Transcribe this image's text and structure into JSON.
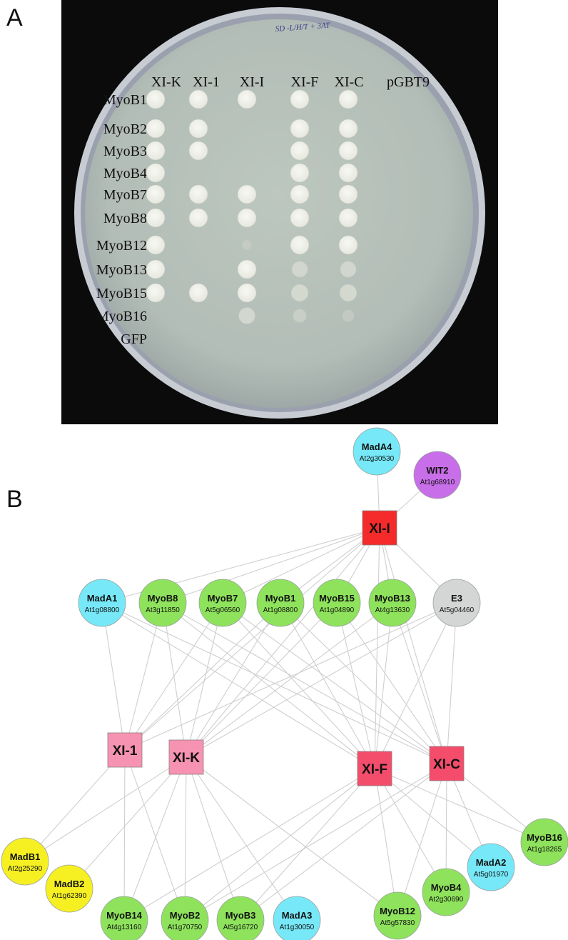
{
  "panel_a": {
    "label": "A",
    "plate_note": "SD -L/H/T + 3AT",
    "columns": [
      "XI-K",
      "XI-1",
      "XI-I",
      "XI-F",
      "XI-C",
      "pGBT9"
    ],
    "rows": [
      "MyoB1",
      "MyoB2",
      "MyoB3",
      "MyoB4",
      "MyoB7",
      "MyoB8",
      "MyoB12",
      "MyoB13",
      "MyoB15",
      "MyoB16",
      "GFP"
    ],
    "growth": [
      [
        1,
        1,
        1,
        1,
        1,
        0
      ],
      [
        1,
        1,
        0,
        1,
        1,
        0
      ],
      [
        1,
        1,
        0,
        1,
        1,
        0
      ],
      [
        1,
        0,
        0,
        1,
        1,
        0
      ],
      [
        1,
        1,
        1,
        1,
        1,
        0
      ],
      [
        1,
        1,
        1,
        1,
        1,
        0
      ],
      [
        1,
        0,
        0.15,
        1,
        1,
        0
      ],
      [
        1,
        0,
        1,
        0.75,
        0.75,
        0
      ],
      [
        1,
        1,
        1,
        0.85,
        0.85,
        0
      ],
      [
        0,
        0,
        0.8,
        0.5,
        0.35,
        0
      ],
      [
        0,
        0,
        0,
        0,
        0,
        0
      ]
    ]
  },
  "panel_b": {
    "label": "B",
    "colors": {
      "cyan": "#76e8f7",
      "green": "#8ee25c",
      "yellow": "#f6f022",
      "purple": "#c86ee8",
      "gray": "#d3d6d4",
      "red": "#f52a2a",
      "pink_light": "#f793b2",
      "pink_dark": "#f44d6c",
      "edge": "#cfcfcf"
    },
    "hubs": [
      {
        "id": "XI-I",
        "label": "XI-I",
        "color": "red"
      },
      {
        "id": "XI-1",
        "label": "XI-1",
        "color": "pink_light"
      },
      {
        "id": "XI-K",
        "label": "XI-K",
        "color": "pink_light"
      },
      {
        "id": "XI-F",
        "label": "XI-F",
        "color": "pink_dark"
      },
      {
        "id": "XI-C",
        "label": "XI-C",
        "color": "pink_dark"
      }
    ],
    "nodes": [
      {
        "id": "MadA4",
        "name": "MadA4",
        "locus": "At2g30530",
        "color": "cyan"
      },
      {
        "id": "WIT2",
        "name": "WIT2",
        "locus": "At1g68910",
        "color": "purple"
      },
      {
        "id": "MadA1",
        "name": "MadA1",
        "locus": "At1g08800",
        "color": "cyan"
      },
      {
        "id": "MyoB8",
        "name": "MyoB8",
        "locus": "At3g11850",
        "color": "green"
      },
      {
        "id": "MyoB7",
        "name": "MyoB7",
        "locus": "At5g06560",
        "color": "green"
      },
      {
        "id": "MyoB1",
        "name": "MyoB1",
        "locus": "At1g08800",
        "color": "green"
      },
      {
        "id": "MyoB15",
        "name": "MyoB15",
        "locus": "At1g04890",
        "color": "green"
      },
      {
        "id": "MyoB13",
        "name": "MyoB13",
        "locus": "At4g13630",
        "color": "green"
      },
      {
        "id": "E3",
        "name": "E3",
        "locus": "At5g04460",
        "color": "gray"
      },
      {
        "id": "MadB1",
        "name": "MadB1",
        "locus": "At2g25290",
        "color": "yellow"
      },
      {
        "id": "MadB2",
        "name": "MadB2",
        "locus": "At1g62390",
        "color": "yellow"
      },
      {
        "id": "MyoB14",
        "name": "MyoB14",
        "locus": "At4g13160",
        "color": "green"
      },
      {
        "id": "MyoB2",
        "name": "MyoB2",
        "locus": "At1g70750",
        "color": "green"
      },
      {
        "id": "MyoB3",
        "name": "MyoB3",
        "locus": "At5g16720",
        "color": "green"
      },
      {
        "id": "MadA3",
        "name": "MadA3",
        "locus": "At1g30050",
        "color": "cyan"
      },
      {
        "id": "MyoB12",
        "name": "MyoB12",
        "locus": "At5g57830",
        "color": "green"
      },
      {
        "id": "MyoB4",
        "name": "MyoB4",
        "locus": "At2g30690",
        "color": "green"
      },
      {
        "id": "MadA2",
        "name": "MadA2",
        "locus": "At5g01970",
        "color": "cyan"
      },
      {
        "id": "MyoB16",
        "name": "MyoB16",
        "locus": "At1g18265",
        "color": "green"
      }
    ],
    "edges": [
      [
        "XI-I",
        "MadA4"
      ],
      [
        "XI-I",
        "WIT2"
      ],
      [
        "XI-I",
        "MadA1"
      ],
      [
        "XI-I",
        "MyoB8"
      ],
      [
        "XI-I",
        "MyoB7"
      ],
      [
        "XI-I",
        "MyoB1"
      ],
      [
        "XI-I",
        "MyoB15"
      ],
      [
        "XI-I",
        "MyoB13"
      ],
      [
        "XI-I",
        "E3"
      ],
      [
        "XI-I",
        "XI-1"
      ],
      [
        "XI-I",
        "XI-K"
      ],
      [
        "XI-I",
        "XI-F"
      ],
      [
        "XI-I",
        "XI-C"
      ],
      [
        "MadA1",
        "XI-1"
      ],
      [
        "MadA1",
        "XI-F"
      ],
      [
        "MadA1",
        "XI-C"
      ],
      [
        "MyoB8",
        "XI-1"
      ],
      [
        "MyoB8",
        "XI-K"
      ],
      [
        "MyoB8",
        "XI-F"
      ],
      [
        "MyoB8",
        "XI-C"
      ],
      [
        "MyoB7",
        "XI-1"
      ],
      [
        "MyoB7",
        "XI-K"
      ],
      [
        "MyoB7",
        "XI-F"
      ],
      [
        "MyoB7",
        "XI-C"
      ],
      [
        "MyoB1",
        "XI-1"
      ],
      [
        "MyoB1",
        "XI-K"
      ],
      [
        "MyoB1",
        "XI-F"
      ],
      [
        "MyoB1",
        "XI-C"
      ],
      [
        "MyoB15",
        "XI-K"
      ],
      [
        "MyoB15",
        "XI-F"
      ],
      [
        "MyoB15",
        "XI-C"
      ],
      [
        "MyoB13",
        "XI-K"
      ],
      [
        "MyoB13",
        "XI-F"
      ],
      [
        "MyoB13",
        "XI-C"
      ],
      [
        "E3",
        "XI-1"
      ],
      [
        "E3",
        "XI-K"
      ],
      [
        "E3",
        "XI-F"
      ],
      [
        "E3",
        "XI-C"
      ],
      [
        "XI-1",
        "MadB1"
      ],
      [
        "XI-1",
        "MyoB14"
      ],
      [
        "XI-1",
        "MyoB2"
      ],
      [
        "XI-K",
        "MadB1"
      ],
      [
        "XI-K",
        "MadB2"
      ],
      [
        "XI-K",
        "MyoB14"
      ],
      [
        "XI-K",
        "MyoB2"
      ],
      [
        "XI-K",
        "MyoB3"
      ],
      [
        "XI-K",
        "MadA3"
      ],
      [
        "XI-K",
        "MyoB12"
      ],
      [
        "XI-F",
        "MyoB2"
      ],
      [
        "XI-F",
        "MyoB3"
      ],
      [
        "XI-F",
        "MyoB12"
      ],
      [
        "XI-F",
        "MyoB4"
      ],
      [
        "XI-F",
        "MadA2"
      ],
      [
        "XI-F",
        "MyoB16"
      ],
      [
        "XI-F",
        "MyoB14"
      ],
      [
        "XI-C",
        "MyoB12"
      ],
      [
        "XI-C",
        "MyoB4"
      ],
      [
        "XI-C",
        "MadA2"
      ],
      [
        "XI-C",
        "MyoB16"
      ],
      [
        "XI-C",
        "MyoB2"
      ],
      [
        "XI-C",
        "MyoB3"
      ]
    ]
  }
}
